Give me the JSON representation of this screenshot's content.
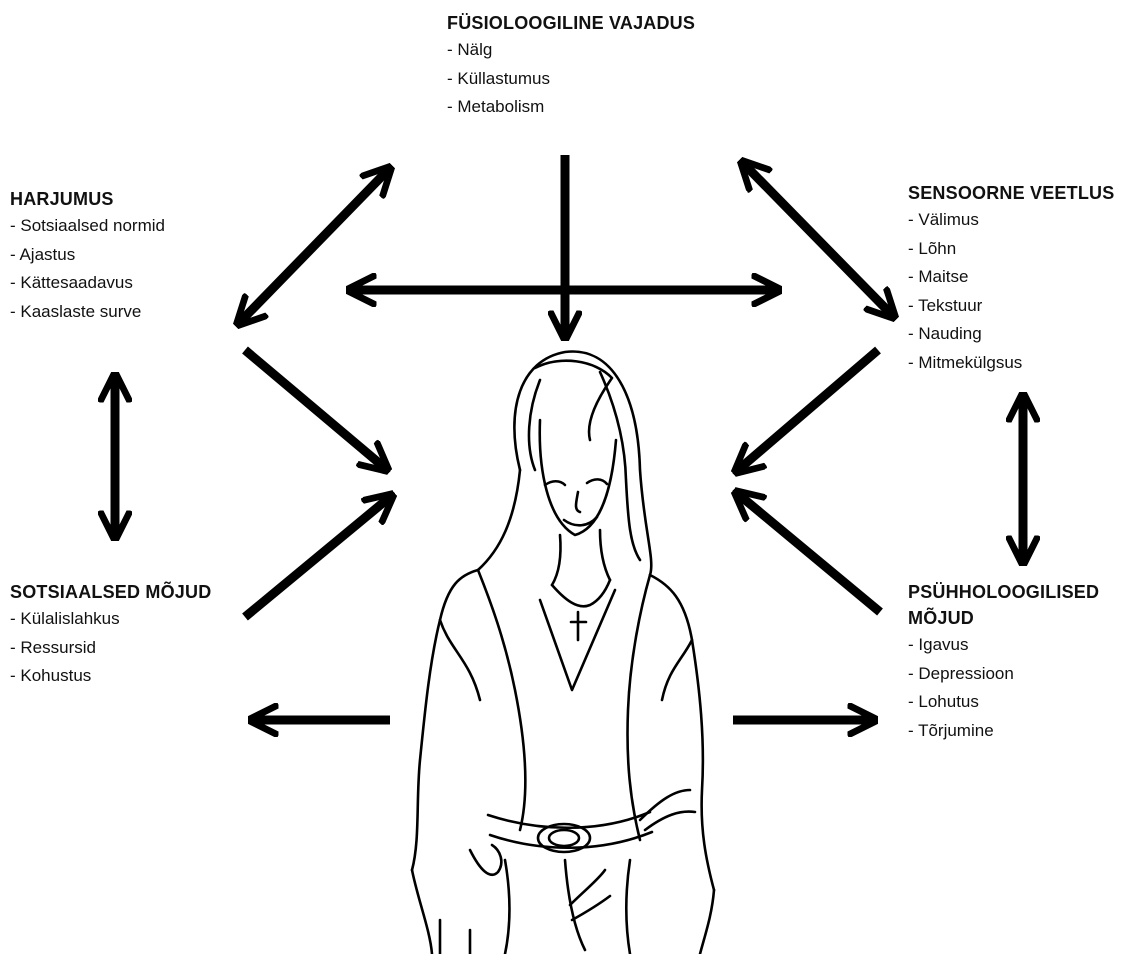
{
  "blocks": {
    "fysio": {
      "heading": "FÜSIOLOOGILINE VAJADUS",
      "items": [
        "Nälg",
        "Küllastumus",
        "Metabolism"
      ]
    },
    "harjumus": {
      "heading": "HARJUMUS",
      "items": [
        "Sotsiaalsed normid",
        "Ajastus",
        "Kättesaadavus",
        "Kaaslaste surve"
      ]
    },
    "sensoorne": {
      "heading": "SENSOORNE VEETLUS",
      "items": [
        "Välimus",
        "Lõhn",
        "Maitse",
        "Tekstuur",
        "Nauding",
        "Mitmekülgsus"
      ]
    },
    "sotsiaalsed": {
      "heading": "SOTSIAALSED MÕJUD",
      "items": [
        "Külalislahkus",
        "Ressursid",
        "Kohustus"
      ]
    },
    "psyhholoogilised": {
      "heading_line1": "PSÜHHOLOOGILISED",
      "heading_line2": "MÕJUD",
      "items": [
        "Igavus",
        "Depressioon",
        "Lohutus",
        "Tõrjumine"
      ]
    }
  },
  "colors": {
    "ink": "#000000",
    "background": "#ffffff"
  },
  "illustration": "woman-figure-sketch"
}
